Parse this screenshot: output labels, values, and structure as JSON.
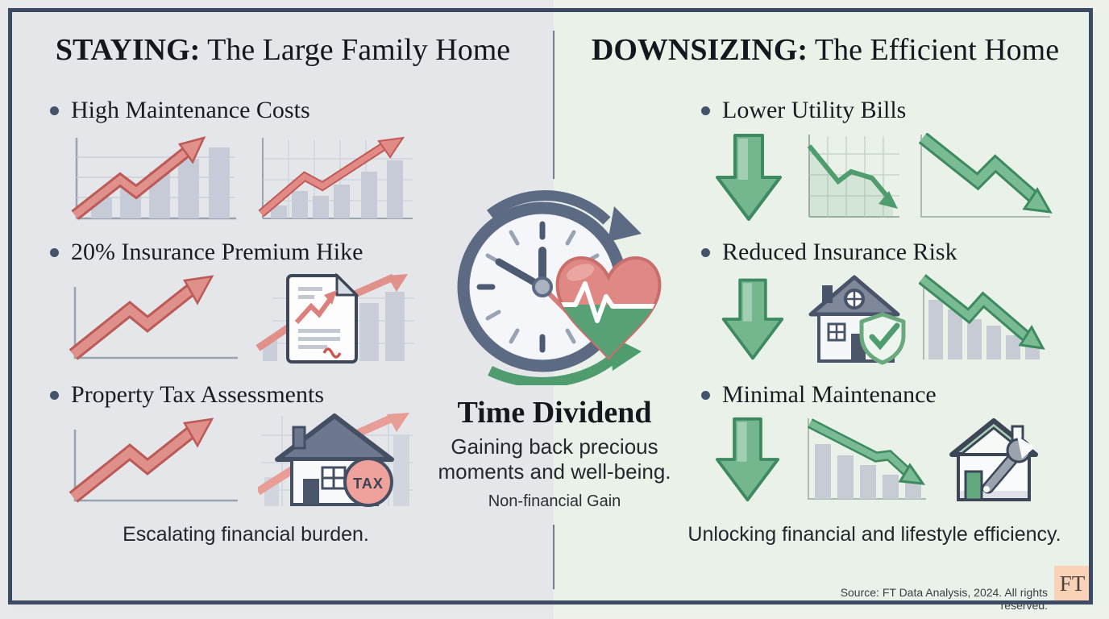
{
  "colors": {
    "left_bg": "#e4e6ea",
    "right_bg": "#eaf1e8",
    "frame_border": "#3c4a63",
    "red_accent": "#df8681",
    "green_accent": "#5ea87c",
    "slate": "#5c6a83",
    "ft_logo_bg": "#f9d2b8"
  },
  "left": {
    "title_bold": "STAYING:",
    "title_rest": " The Large Family Home",
    "bullets": [
      "High Maintenance Costs",
      "20% Insurance Premium Hike",
      "Property Tax Assessments"
    ],
    "caption": "Escalating financial burden."
  },
  "right": {
    "title_bold": "DOWNSIZING:",
    "title_rest": " The Efficient Home",
    "bullets": [
      "Lower Utility Bills",
      "Reduced Insurance Risk",
      "Minimal Maintenance"
    ],
    "caption": "Unlocking financial and lifestyle efficiency."
  },
  "center": {
    "title": "Time Dividend",
    "subtitle_line1": "Gaining back precious",
    "subtitle_line2": "moments and well-being.",
    "tag": "Non-financial Gain"
  },
  "footer": {
    "source": "Source: FT Data Analysis, 2024. All rights reserved.",
    "logo": "FT"
  },
  "labels": {
    "tax": "TAX"
  },
  "icons": [
    "rising-bar-chart-red-arrow-icon",
    "rising-grid-chart-red-arrow-icon",
    "red-zigzag-up-arrow-icon",
    "insurance-document-chart-icon",
    "house-tax-stamp-icon",
    "green-down-arrow-icon",
    "declining-grid-line-chart-icon",
    "green-zigzag-down-arrow-icon",
    "house-shield-check-icon",
    "declining-bars-zigzag-arrow-icon",
    "declining-bars-arrow-icon",
    "house-wrench-icon",
    "clock-heart-time-dividend-icon"
  ]
}
